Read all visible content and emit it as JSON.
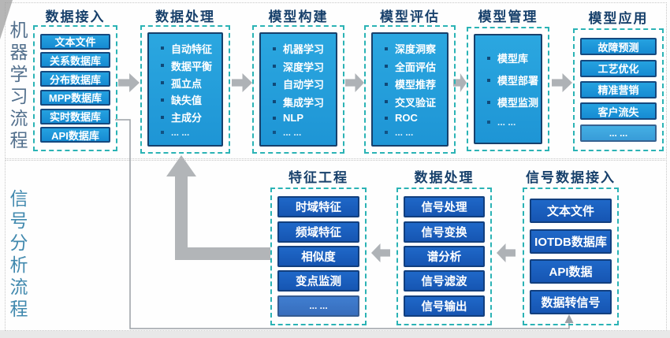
{
  "labels": {
    "ml_flow": "机器学习流程",
    "signal_flow": "信号分析流程"
  },
  "ml_flow": {
    "columns": [
      {
        "title": "数据接入",
        "items": [
          "文本文件",
          "关系数据库",
          "分布数据库",
          "MPP数据库",
          "实时数据库",
          "API数据库"
        ]
      },
      {
        "title": "数据处理",
        "items": [
          "自动特征",
          "数据平衡",
          "孤立点",
          "缺失值",
          "主成分",
          "... ..."
        ]
      },
      {
        "title": "模型构建",
        "items": [
          "机器学习",
          "深度学习",
          "自动学习",
          "集成学习",
          "NLP",
          "... ..."
        ]
      },
      {
        "title": "模型评估",
        "items": [
          "深度洞察",
          "全面评估",
          "模型推荐",
          "交叉验证",
          "ROC",
          "... ..."
        ]
      },
      {
        "title": "模型管理",
        "items": [
          "模型库",
          "模型部署",
          "模型监测",
          "... ..."
        ]
      },
      {
        "title": "模型应用",
        "items": [
          "故障预测",
          "工艺优化",
          "精准营销",
          "客户流失",
          "... ..."
        ]
      }
    ]
  },
  "signal_flow": {
    "columns": [
      {
        "title": "特征工程",
        "items": [
          "时域特征",
          "频域特征",
          "相似度",
          "变点监测",
          "... ..."
        ]
      },
      {
        "title": "数据处理",
        "items": [
          "信号处理",
          "信号变换",
          "谱分析",
          "信号滤波",
          "信号输出"
        ]
      },
      {
        "title": "信号数据接入",
        "items": [
          "文本文件",
          "IOTDB数据库",
          "API数据",
          "数据转信号"
        ]
      }
    ]
  },
  "colors": {
    "header_text": "#17406b",
    "dashed_border": "#2bb3b5",
    "azure_box": "#1b95da",
    "azure_box_border": "#15497f",
    "panel_box": "#24a0dc",
    "panel_box_border": "#17406b",
    "royal_box": "#1a5fc2",
    "royal_box_border": "#123f7e",
    "arrow_gray": "#aeb2b6",
    "ml_label_text": "#53708d",
    "signal_label_text": "#4189ae"
  }
}
